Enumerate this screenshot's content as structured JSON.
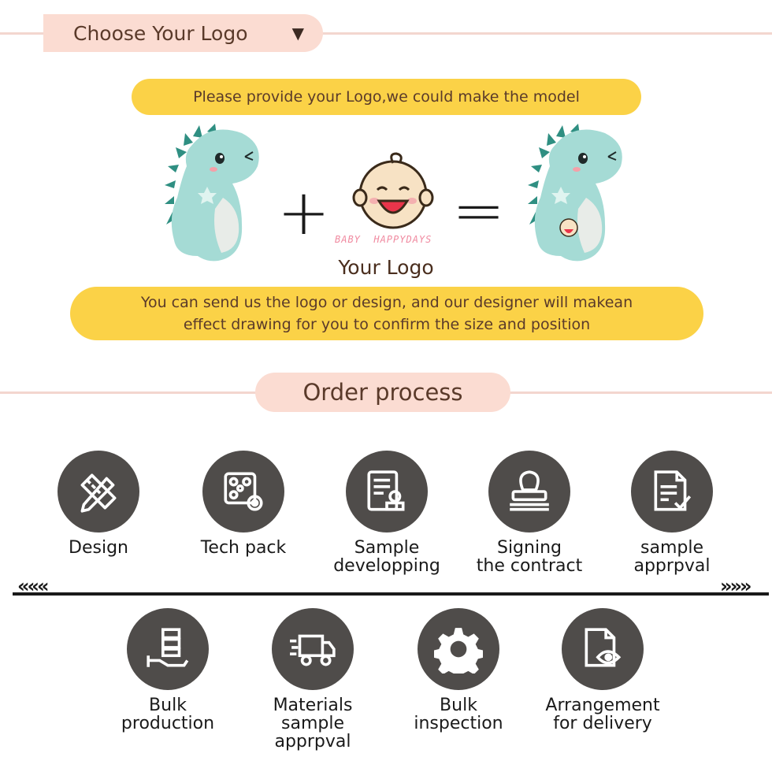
{
  "header": {
    "choose_logo": "Choose Your Logo",
    "arrow": "▼"
  },
  "intro": {
    "pill_text": "Please provide your Logo,we could make the model",
    "plus": "+",
    "equals": "=",
    "brand_text": "BABY  HAPPYDAYS",
    "logo_caption": "Your Logo",
    "note_line1": "You can send us the logo or design, and our designer will makean",
    "note_line2": "effect drawing for you to confirm the size and position"
  },
  "order": {
    "title": "Order process",
    "chevrons_left": "«««",
    "chevrons_right": "»»»",
    "steps_top": [
      {
        "line1": "Design",
        "line2": "",
        "icon": "pencil-ruler-icon"
      },
      {
        "line1": "Tech pack",
        "line2": "",
        "icon": "tech-pack-icon"
      },
      {
        "line1": "Sample",
        "line2": "developping",
        "icon": "document-stamp-icon"
      },
      {
        "line1": "Signing",
        "line2": "the contract",
        "icon": "stamp-icon"
      },
      {
        "line1": "sample",
        "line2": "apprpval",
        "icon": "document-check-icon"
      }
    ],
    "steps_bottom": [
      {
        "line1": "Bulk",
        "line2": "production",
        "icon": "hand-boxes-icon"
      },
      {
        "line1": "Materials",
        "line2": "sample apprpval",
        "icon": "truck-icon"
      },
      {
        "line1": "Bulk",
        "line2": "inspection",
        "icon": "gear-icon"
      },
      {
        "line1": "Arrangement",
        "line2": "for delivery",
        "icon": "document-eye-icon"
      }
    ]
  },
  "colors": {
    "pink_pill": "#fbdcd2",
    "yellow_pill": "#fbd247",
    "icon_circle": "#4f4c4a",
    "divider": "#f3d6cf",
    "dino": "#a5dbd5"
  }
}
